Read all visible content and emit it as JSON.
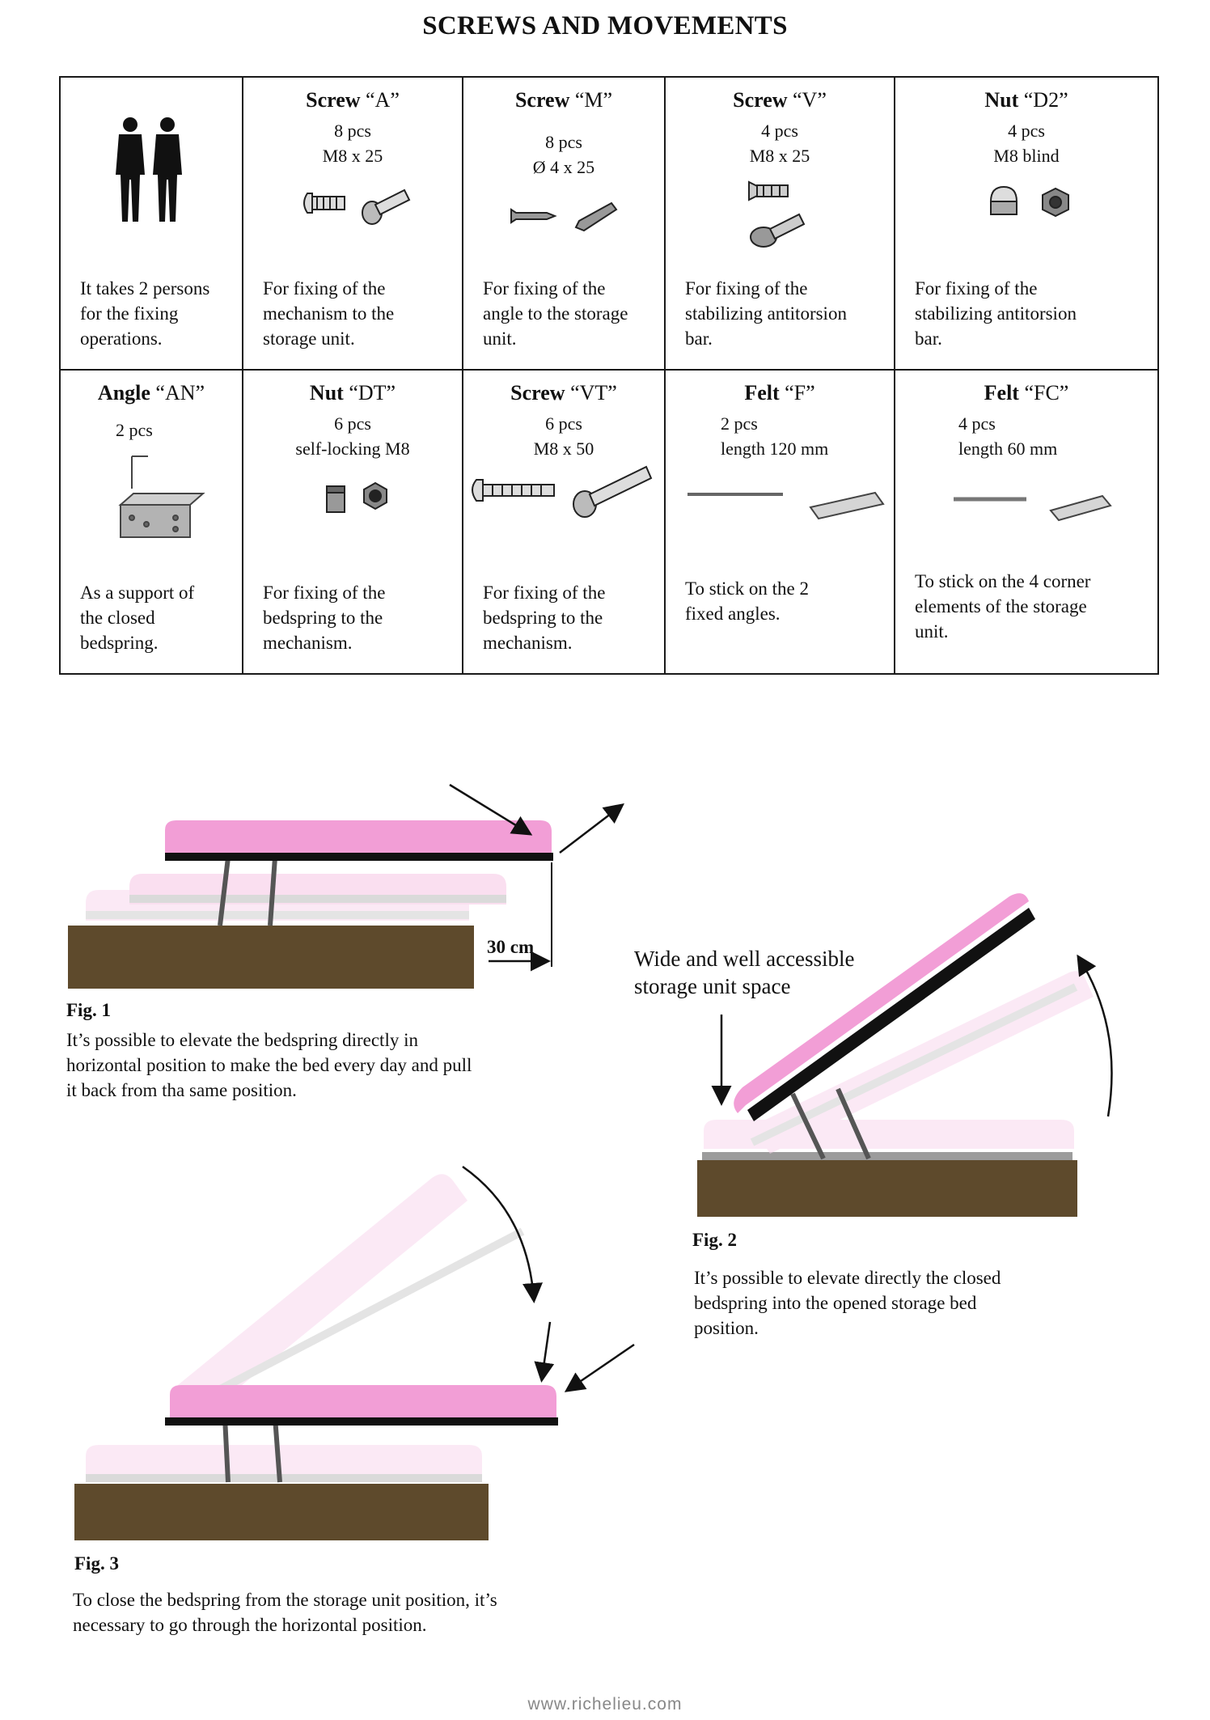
{
  "title": "SCREWS AND MOVEMENTS",
  "parts": {
    "row1": [
      {
        "desc": [
          "It takes 2 persons",
          "for the fixing",
          "operations."
        ]
      },
      {
        "kind": "Screw",
        "code": "“A”",
        "qty": "8 pcs",
        "spec": "M8 x 25",
        "desc": [
          "For fixing of the",
          "mechanism to the",
          "storage unit."
        ]
      },
      {
        "kind": "Screw",
        "code": "“M”",
        "qty": "8 pcs",
        "spec": "Ø 4 x 25",
        "desc": [
          "For fixing of the",
          "angle to the storage",
          "unit."
        ]
      },
      {
        "kind": "Screw",
        "code": "“V”",
        "qty": "4 pcs",
        "spec": "M8 x 25",
        "desc": [
          "For fixing of the",
          "stabilizing antitorsion",
          "bar."
        ]
      },
      {
        "kind": "Nut",
        "code": "“D2”",
        "qty": "4 pcs",
        "spec": "M8 blind",
        "desc": [
          "For fixing of the",
          "stabilizing antitorsion",
          "bar."
        ]
      }
    ],
    "row2": [
      {
        "kind": "Angle",
        "code": "“AN”",
        "qty": "2 pcs",
        "spec": "",
        "desc": [
          "As a support of",
          "the closed",
          "bedspring."
        ]
      },
      {
        "kind": "Nut",
        "code": "“DT”",
        "qty": "6 pcs",
        "spec": "self-locking M8",
        "desc": [
          "For fixing of the",
          "bedspring to the",
          "mechanism."
        ]
      },
      {
        "kind": "Screw",
        "code": "“VT”",
        "qty": "6 pcs",
        "spec": "M8 x 50",
        "desc": [
          "For fixing of the",
          "bedspring to the",
          "mechanism."
        ]
      },
      {
        "kind": "Felt",
        "code": "“F”",
        "qty": "2 pcs",
        "spec": "length 120 mm",
        "desc": [
          "To stick on the 2",
          "fixed angles."
        ]
      },
      {
        "kind": "Felt",
        "code": "“FC”",
        "qty": "4 pcs",
        "spec": "length 60 mm",
        "desc": [
          "To stick on the 4 corner",
          "elements of the storage",
          "unit."
        ]
      }
    ]
  },
  "fig1": {
    "label": "Fig. 1",
    "dimension": "30 cm",
    "text": [
      "It’s possible to elevate the bedspring directly in",
      "horizontal position to make the bed every day and pull",
      "it back from tha same position."
    ]
  },
  "fig2": {
    "label": "Fig. 2",
    "callout": [
      "Wide and well accessible",
      "storage unit space"
    ],
    "text": [
      "It’s possible to elevate directly the closed",
      "bedspring into the opened storage bed",
      "position."
    ]
  },
  "fig3": {
    "label": "Fig. 3",
    "text": [
      "To close the bedspring from the storage unit position, it’s",
      "necessary to go through the horizontal position."
    ]
  },
  "footer": "www.richelieu.com",
  "colors": {
    "mattress": "#f29ed6",
    "mattress_ghost": "#f9d8ee",
    "base": "#5e4a2c",
    "frame": "#111111"
  }
}
